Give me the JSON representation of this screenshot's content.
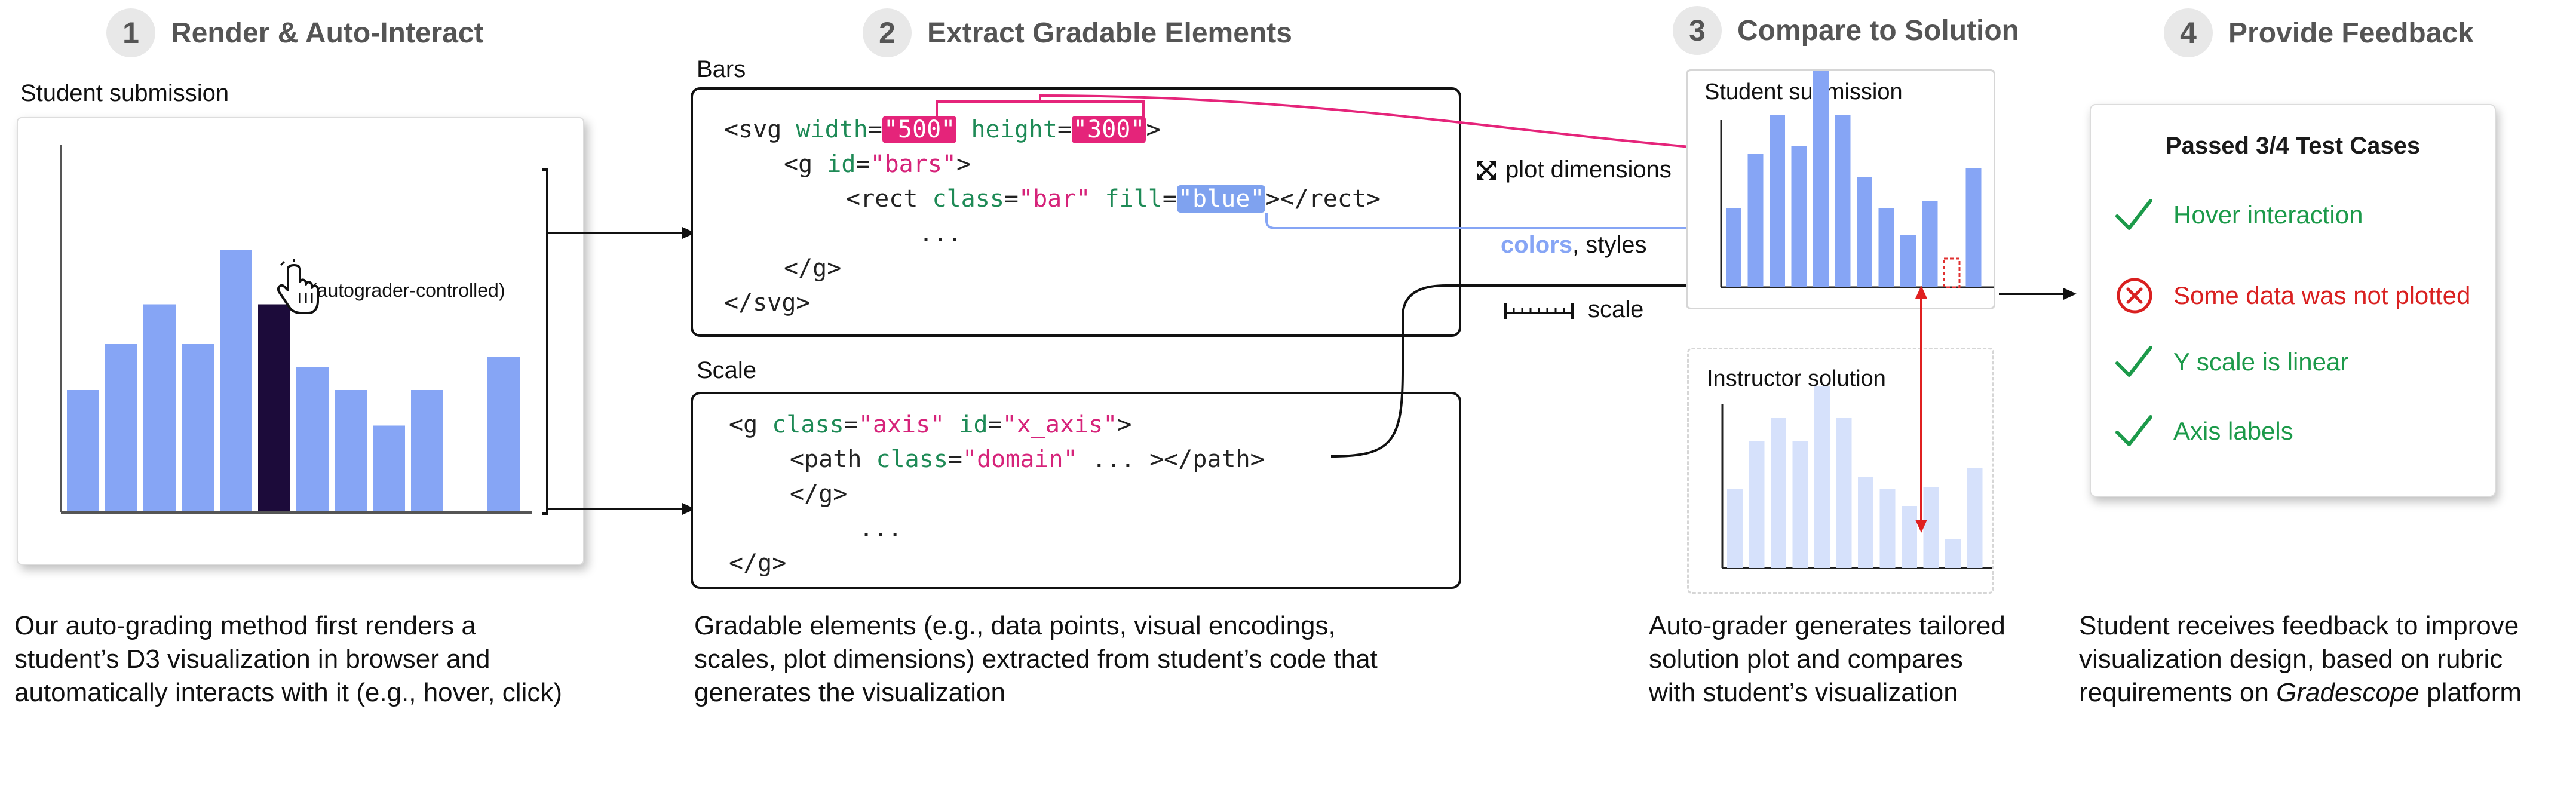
{
  "steps": [
    {
      "num": "1",
      "title": "Render & Auto-Interact"
    },
    {
      "num": "2",
      "title": "Extract Gradable Elements"
    },
    {
      "num": "3",
      "title": "Compare to Solution"
    },
    {
      "num": "4",
      "title": "Provide Feedback"
    }
  ],
  "panel1": {
    "label": "Student submission",
    "annotation": "(autograder-controlled)",
    "bars": [
      0.58,
      0.8,
      0.99,
      0.8,
      1.25,
      0.99,
      0.69,
      0.58,
      0.41,
      0.58,
      0.0,
      0.74
    ],
    "highlight_index": 5,
    "colors": {
      "bar": "#86a5f5",
      "highlight": "#1c0b3a",
      "axis": "#555555"
    }
  },
  "panel2": {
    "bars_label": "Bars",
    "scale_label": "Scale",
    "bars_code": {
      "l1_a": "<svg ",
      "l1_b": "width",
      "l1_c": "=",
      "l1_d": "\"500\"",
      "l1_e": " ",
      "l1_f": "height",
      "l1_g": "=",
      "l1_h": "\"300\"",
      "l1_i": ">",
      "l2_a": "<g ",
      "l2_b": "id",
      "l2_c": "=",
      "l2_d": "\"bars\"",
      "l2_e": ">",
      "l3_a": "<rect ",
      "l3_b": "class",
      "l3_c": "=",
      "l3_d": "\"bar\"",
      "l3_e": " ",
      "l3_f": "fill",
      "l3_g": "=",
      "l3_h": "\"blue\"",
      "l3_i": "></rect>",
      "l4": "...",
      "l5": "</g>",
      "l6": "</svg>"
    },
    "scale_code": {
      "l1_a": "<g ",
      "l1_b": "class",
      "l1_c": "=",
      "l1_d": "\"axis\"",
      "l1_e": " ",
      "l1_f": "id",
      "l1_g": "=",
      "l1_h": "\"x_axis\"",
      "l1_i": ">",
      "l2_a": "<path ",
      "l2_b": "class",
      "l2_c": "=",
      "l2_d": "\"domain\"",
      "l2_e": " ... ></path>",
      "l3": "</g>",
      "l4": "...",
      "l5": "</g>"
    },
    "annotations": {
      "plot_dimensions": "plot dimensions",
      "colors_word": "colors",
      "styles_word": ", styles",
      "scale_word": "scale"
    }
  },
  "panel3": {
    "student_label": "Student submission",
    "instructor_label": "Instructor solution",
    "student_bars": [
      0.33,
      0.56,
      0.72,
      0.59,
      0.92,
      0.72,
      0.46,
      0.33,
      0.22,
      0.36,
      0.0,
      0.5
    ],
    "instructor_bars": [
      0.33,
      0.53,
      0.63,
      0.53,
      0.76,
      0.63,
      0.38,
      0.33,
      0.26,
      0.34,
      0.12,
      0.42
    ],
    "colors": {
      "student": "#86a5f5",
      "instructor": "#d6e1fb",
      "missing": "#e03030",
      "arrow": "#e02020"
    }
  },
  "panel4": {
    "title": "Passed 3/4 Test Cases",
    "items": [
      {
        "text": "Hover interaction",
        "status": "pass"
      },
      {
        "text": "Some data was not plotted",
        "status": "fail"
      },
      {
        "text": "Y scale is linear",
        "status": "pass"
      },
      {
        "text": "Axis labels",
        "status": "pass"
      }
    ],
    "colors": {
      "pass": "#1c9a4a",
      "fail": "#d92020"
    }
  },
  "descriptions": {
    "d1": [
      "Our auto-grading method first renders a",
      "student’s D3 visualization in browser and",
      "automatically interacts with it (e.g., hover, click)"
    ],
    "d2": [
      "Gradable elements (e.g., data points, visual encodings,",
      "scales, plot dimensions) extracted from student’s code that",
      "generates the visualization"
    ],
    "d3": [
      "Auto-grader generates tailored",
      "solution plot and compares",
      "with student’s visualization"
    ],
    "d4_l1": "Student receives feedback to improve",
    "d4_l2": "visualization design, based on rubric",
    "d4_l3_a": "requirements on ",
    "d4_l3_b": "Gradescope",
    "d4_l3_c": " platform"
  }
}
